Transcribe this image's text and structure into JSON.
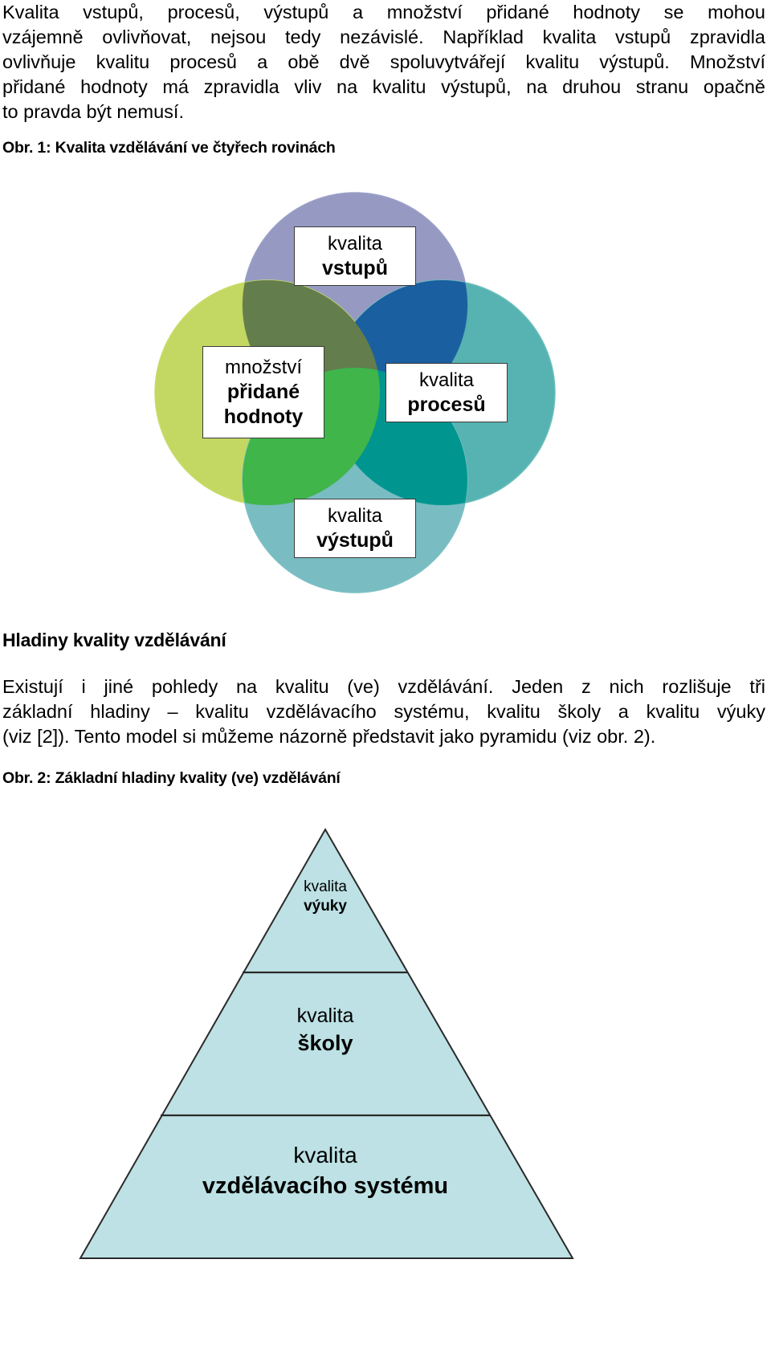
{
  "intro_paragraph": {
    "lines": [
      "Kvalita vstupů, procesů, výstupů a množství přidané hodnoty se mohou",
      "vzájemně ovlivňovat, nejsou tedy nezávislé. Například kvalita vstupů zpravidla",
      "ovlivňuje kvalitu procesů a obě dvě spoluvytvářejí kvalitu výstupů. Množství",
      "přidané hodnoty má zpravidla vliv na kvalitu výstupů, na druhou stranu opačně",
      "to pravda být  nemusí."
    ]
  },
  "figure1": {
    "caption": "Obr. 1: Kvalita vzdělávání ve čtyřech rovinách",
    "colors": {
      "top_circle": "#8b8fbc",
      "right_circle": "#3aa6a3",
      "left_circle": "#b9d146",
      "bottom_circle": "#61b2b8",
      "top_right_overlap": "#1a5fa0",
      "top_left_overlap": "#647d4c",
      "right_bottom_overlap": "#00968f",
      "left_bottom_overlap": "#3fb54a"
    },
    "boxes": {
      "top": {
        "line1": "kvalita",
        "line2": "vstupů"
      },
      "left": {
        "line1": "množství",
        "line2": "přidané",
        "line3": "hodnoty"
      },
      "right": {
        "line1": "kvalita",
        "line2": "procesů"
      },
      "bottom": {
        "line1": "kvalita",
        "line2": "výstupů"
      }
    }
  },
  "section": {
    "heading": "Hladiny kvality vzdělávání",
    "paragraph_lines": [
      "Existují i jiné pohledy na kvalitu (ve) vzdělávání. Jeden z nich rozlišuje tři",
      "základní hladiny – kvalitu vzdělávacího systému, kvalitu školy a kvalitu výuky",
      "(viz [2]). Tento model si můžeme názorně představit jako pyramidu (viz obr. 2)."
    ]
  },
  "figure2": {
    "caption": "Obr. 2: Základní hladiny kvality (ve) vzdělávání",
    "fill_color": "#bde1e4",
    "levels": [
      {
        "line1": "kvalita",
        "line2": "výuky"
      },
      {
        "line1": "kvalita",
        "line2": "školy"
      },
      {
        "line1": "kvalita",
        "line2": "vzdělávacího systému"
      }
    ]
  }
}
